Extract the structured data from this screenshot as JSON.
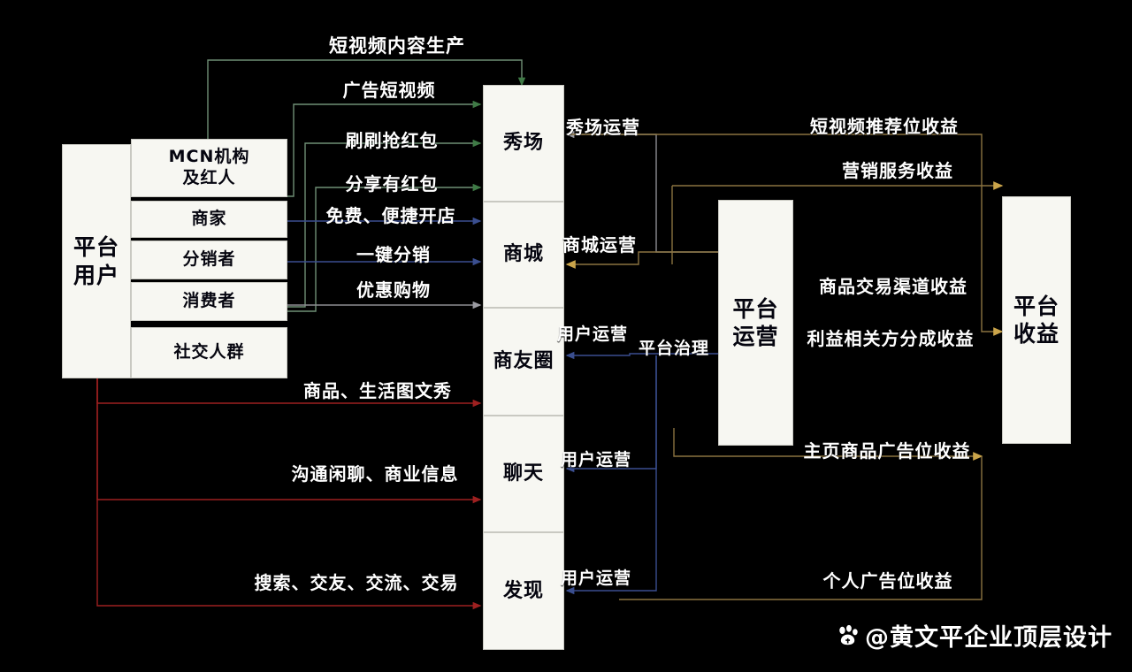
{
  "diagram": {
    "title_alt": "平台用户—业务模块—平台运营—平台收益 关系图",
    "background": "#000000",
    "box_fill": "#f7f7f2",
    "box_text": "#05050f",
    "label_text": "#ffffff",
    "colors": {
      "green_flow": "#6f8f76",
      "blue_flow": "#3a4e8f",
      "red_flow": "#9e2020",
      "gold_flow": "#8a7340",
      "gray_flow": "#8d8d92"
    }
  },
  "left": {
    "root": {
      "label": "平台\n用户",
      "line1": "平台",
      "line2": "用户"
    },
    "segments": [
      {
        "label": "MCN机构\n及红人",
        "line1": "MCN机构",
        "line2": "及红人"
      },
      {
        "label": "商家",
        "line1": "商家",
        "line2": ""
      },
      {
        "label": "分销者",
        "line1": "分销者",
        "line2": ""
      },
      {
        "label": "消费者",
        "line1": "消费者",
        "line2": ""
      },
      {
        "label": "社交人群",
        "line1": "社交人群",
        "line2": ""
      }
    ]
  },
  "center": {
    "modules": [
      {
        "label": "秀场"
      },
      {
        "label": "商城"
      },
      {
        "label": "商友圈"
      },
      {
        "label": "聊天"
      },
      {
        "label": "发现"
      }
    ]
  },
  "operation": {
    "label": "平台\n运营",
    "line1": "平台",
    "line2": "运营"
  },
  "revenue": {
    "label": "平台\n收益",
    "line1": "平台",
    "line2": "收益"
  },
  "flow_labels": {
    "left_to_center": [
      {
        "text": "短视频内容生产",
        "color": "#6f8f76",
        "from": "MCN机构及红人",
        "to": "秀场"
      },
      {
        "text": "广告短视频",
        "color": "#6f8f76",
        "from": "商家",
        "to": "秀场"
      },
      {
        "text": "刷刷抢红包",
        "color": "#6f8f76",
        "from": "消费者",
        "to": "秀场"
      },
      {
        "text": "分享有红包",
        "color": "#6f8f76",
        "from": "消费者",
        "to": "秀场"
      },
      {
        "text": "免费、便捷开店",
        "color": "#3a4e8f",
        "from": "商家",
        "to": "商城"
      },
      {
        "text": "一键分销",
        "color": "#3a4e8f",
        "from": "分销者",
        "to": "商城"
      },
      {
        "text": "优惠购物",
        "color": "#8d8d92",
        "from": "消费者",
        "to": "商城"
      },
      {
        "text": "商品、生活图文秀",
        "color": "#9e2020",
        "from": "社交人群",
        "to": "商友圈"
      },
      {
        "text": "沟通闲聊、商业信息",
        "color": "#9e2020",
        "from": "社交人群",
        "to": "聊天"
      },
      {
        "text": "搜索、交友、交流、交易",
        "color": "#9e2020",
        "from": "社交人群",
        "to": "发现"
      }
    ],
    "center_to_operation": [
      {
        "text": "秀场运营",
        "color": "#8d8d92",
        "from": "秀场"
      },
      {
        "text": "商城运营",
        "color": "#8a7340",
        "from": "商城"
      },
      {
        "text": "用户运营",
        "color": "#3a4e8f",
        "from": "商友圈"
      },
      {
        "text": "平台治理",
        "color": "#3a4e8f",
        "from": "平台运营"
      },
      {
        "text": "用户运营",
        "color": "#3a4e8f",
        "from": "聊天"
      },
      {
        "text": "用户运营",
        "color": "#3a4e8f",
        "from": "发现"
      }
    ],
    "to_revenue": [
      {
        "text": "短视频推荐位收益",
        "color": "#8a7340"
      },
      {
        "text": "营销服务收益",
        "color": "#8a7340"
      },
      {
        "text": "商品交易渠道收益",
        "color": "#8a7340"
      },
      {
        "text": "利益相关方分成收益",
        "color": "#8a7340"
      },
      {
        "text": "主页商品广告位收益",
        "color": "#8a7340"
      },
      {
        "text": "个人广告位收益",
        "color": "#8a7340"
      }
    ]
  },
  "watermark": {
    "icon": "paw-print-icon",
    "text": "@黄文平企业顶层设计"
  }
}
